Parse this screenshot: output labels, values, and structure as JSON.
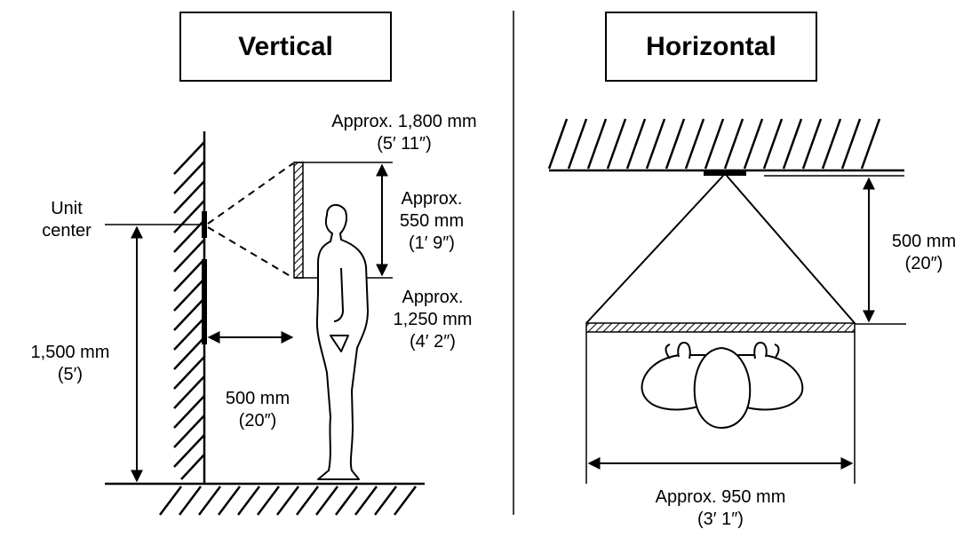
{
  "vertical": {
    "title": "Vertical",
    "unit_center": {
      "line1": "Unit",
      "line2": "center"
    },
    "top_height": {
      "line1": "Approx. 1,800 mm",
      "line2": "(5′ 11″)"
    },
    "view_height": {
      "line1": "Approx.",
      "line2": "550 mm",
      "line3": "(1′ 9″)"
    },
    "bottom_height": {
      "line1": "Approx.",
      "line2": "1,250 mm",
      "line3": "(4′ 2″)"
    },
    "mount_height": {
      "line1": "1,500 mm",
      "line2": "(5′)"
    },
    "distance": {
      "line1": "500 mm",
      "line2": "(20″)"
    }
  },
  "horizontal": {
    "title": "Horizontal",
    "distance": {
      "line1": "500 mm",
      "line2": "(20″)"
    },
    "width": {
      "line1": "Approx. 950 mm",
      "line2": "(3′ 1″)"
    }
  }
}
